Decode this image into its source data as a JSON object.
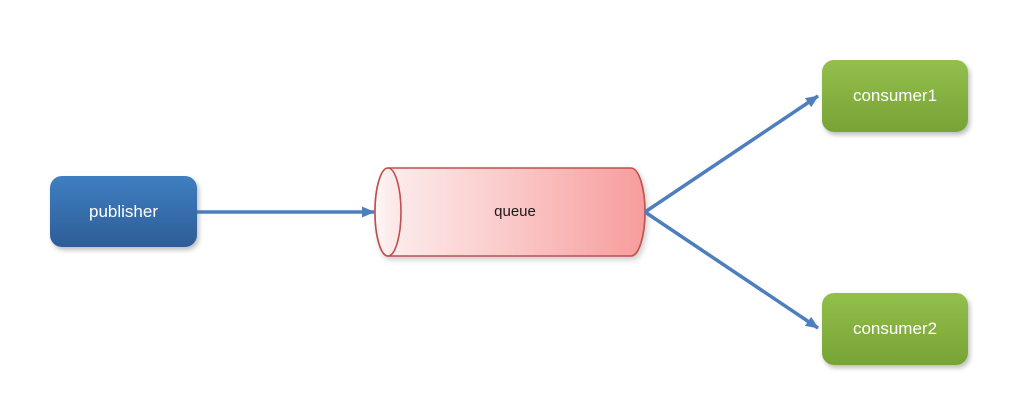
{
  "diagram": {
    "type": "flow-diagram",
    "description": "message queue fan-out: one publisher sends to a queue consumed by two consumers",
    "nodes": {
      "publisher": {
        "label": "publisher",
        "shape": "rounded-rectangle",
        "color_name": "blue"
      },
      "queue": {
        "label": "queue",
        "shape": "horizontal-cylinder",
        "color_name": "pink"
      },
      "consumer1": {
        "label": "consumer1",
        "shape": "rounded-rectangle",
        "color_name": "green"
      },
      "consumer2": {
        "label": "consumer2",
        "shape": "rounded-rectangle",
        "color_name": "green"
      }
    },
    "edges": [
      {
        "from": "publisher",
        "to": "queue"
      },
      {
        "from": "queue",
        "to": "consumer1"
      },
      {
        "from": "queue",
        "to": "consumer2"
      }
    ]
  },
  "colors": {
    "canvas_bg": "#ffffff",
    "arrow": "#4e7fbd",
    "publisher_top": "#3f7fc1",
    "publisher_bottom": "#2e5d98",
    "consumer_top": "#93bf4b",
    "consumer_bottom": "#78a336",
    "cylinder_light": "#fdf0f0",
    "cylinder_mid": "#fbcdcd",
    "cylinder_dark": "#f79c9c",
    "cylinder_cap_light": "#fef7f7",
    "cylinder_cap_dark": "#fbe3e3",
    "cylinder_stroke": "#c0504d",
    "node_text": "#ffffff",
    "queue_text": "#1a1a1a"
  }
}
